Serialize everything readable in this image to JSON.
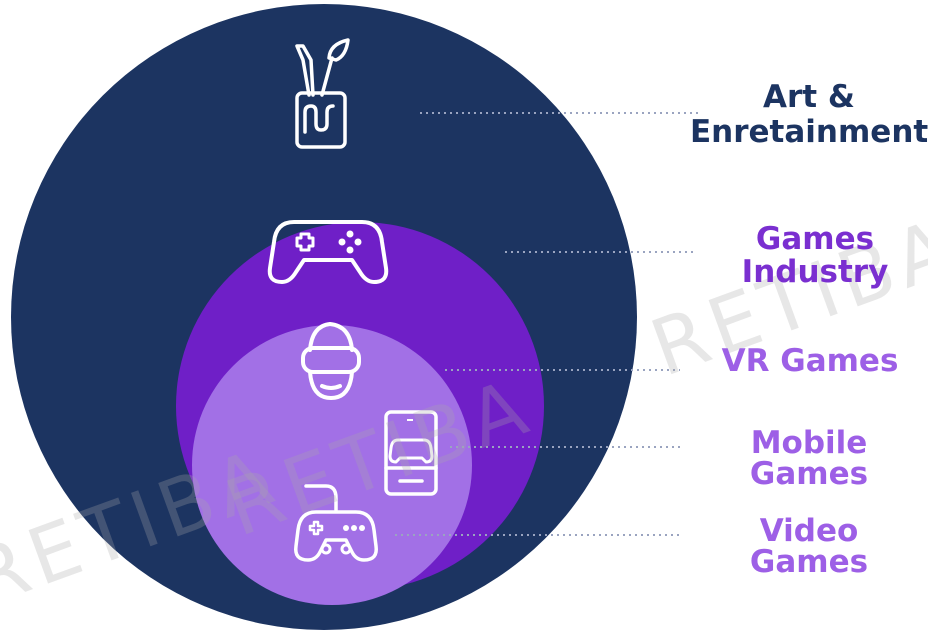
{
  "diagram": {
    "rings": [
      {
        "id": "art",
        "label_line1": "Art &",
        "label_line2": "Enretainment",
        "fill": "#1c3461",
        "label_color": "#1c3461",
        "icon": "paint-brushes-jar-icon"
      },
      {
        "id": "games",
        "label_line1": "Games",
        "label_line2": "Industry",
        "fill": "#6f1fc7",
        "label_color": "#7a2fd0",
        "icon": "gamepad-icon"
      },
      {
        "id": "vr",
        "label": "VR Games",
        "fill": "#a270e6",
        "label_color": "#9d5fe6",
        "icon": "vr-headset-icon"
      },
      {
        "id": "mobile",
        "label": "Mobile Games",
        "label_color": "#9d5fe6",
        "icon": "smartphone-gamepad-icon"
      },
      {
        "id": "video",
        "label": "Video Games",
        "label_color": "#9d5fe6",
        "icon": "wired-controller-icon"
      }
    ],
    "connector_color": "#9aa4c0"
  },
  "watermark": {
    "text": "RETIBA"
  }
}
